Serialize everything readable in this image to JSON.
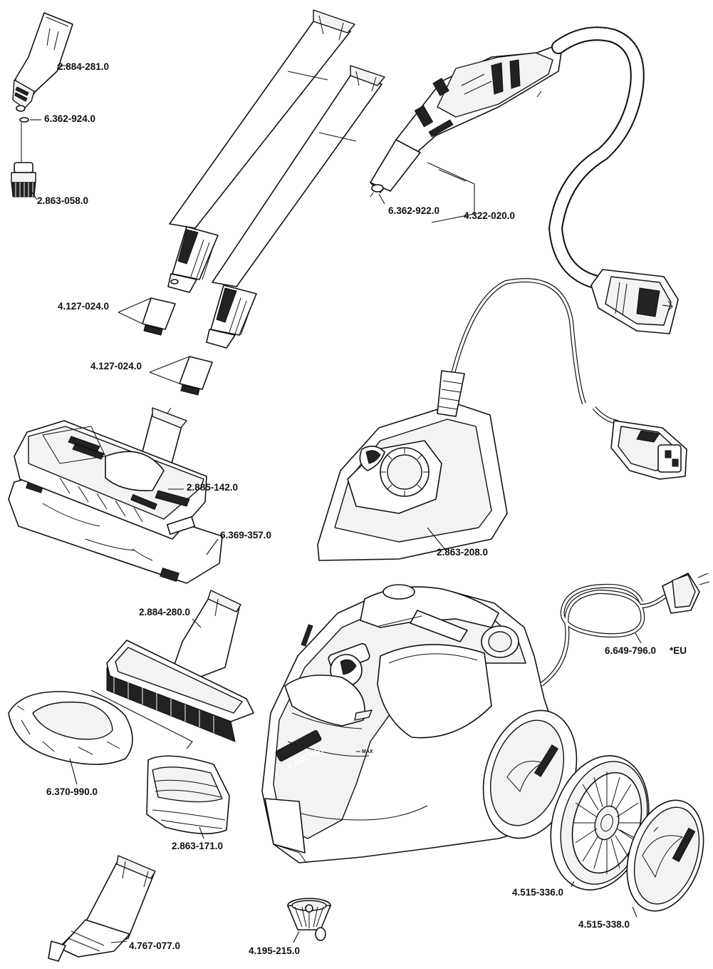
{
  "labels": {
    "p1": "2.884-281.0",
    "p2": "6.362-924.0",
    "p3": "2.863-058.0",
    "p4": "6.362-922.0",
    "p5": "4.322-020.0",
    "p6": "4.127-024.0",
    "p7": "4.127-024.0",
    "p8": "2.885-142.0",
    "p9": "6.369-357.0",
    "p10": "2.863-208.0",
    "p11": "2.884-280.0",
    "p12": "6.649-796.0",
    "p12_note": "*EU",
    "p13": "6.370-990.0",
    "p14": "2.863-171.0",
    "p15": "4.515-336.0",
    "p16": "4.515-338.0",
    "p17": "4.767-077.0",
    "p18": "4.195-215.0"
  },
  "markings": {
    "brand": "KÄRCHER",
    "max": "MAX"
  }
}
